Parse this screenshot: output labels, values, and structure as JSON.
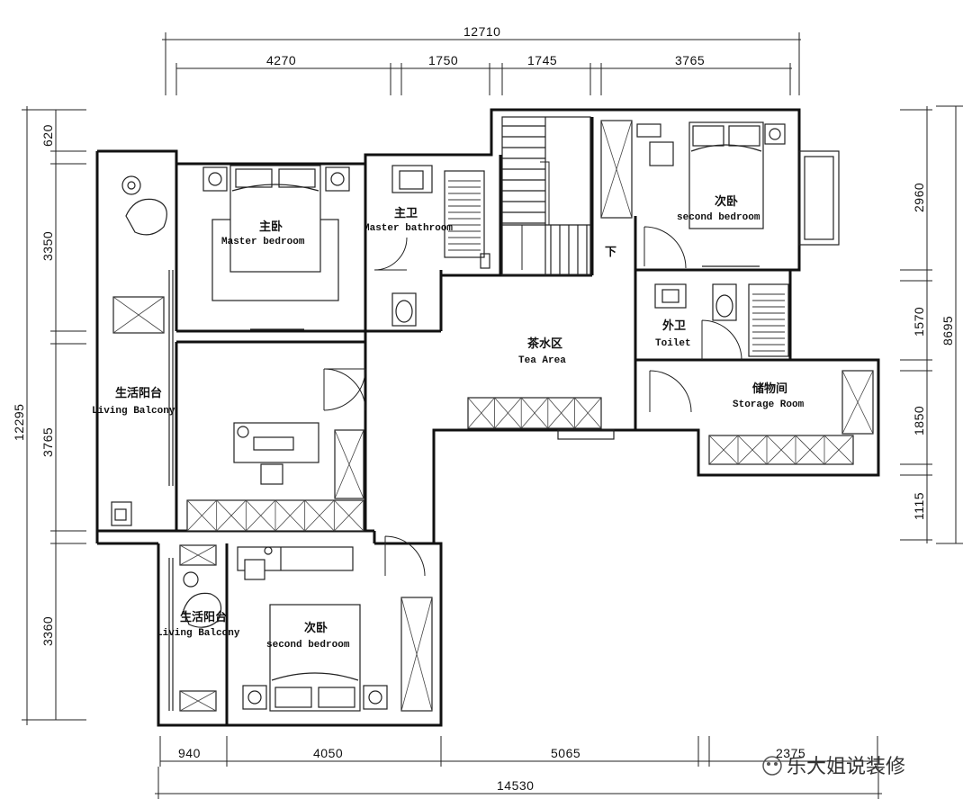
{
  "dimensions": {
    "top_total": "12710",
    "top_segments": [
      "4270",
      "1750",
      "1745",
      "3765"
    ],
    "bottom_total": "14530",
    "bottom_segments": [
      "940",
      "4050",
      "5065",
      "2375"
    ],
    "left_total": "12295",
    "left_segments": [
      "620",
      "3350",
      "3765",
      "3360"
    ],
    "right_total": "8695",
    "right_segments": [
      "2960",
      "1570",
      "1850",
      "1115"
    ]
  },
  "rooms": {
    "master_bedroom": {
      "zh": "主卧",
      "en": "Master bedroom"
    },
    "master_bathroom": {
      "zh": "主卫",
      "en": "Master bathroom"
    },
    "second_bedroom_top": {
      "zh": "次卧",
      "en": "second bedroom"
    },
    "tea_area": {
      "zh": "茶水区",
      "en": "Tea Area"
    },
    "toilet": {
      "zh": "外卫",
      "en": "Toilet"
    },
    "storage_room": {
      "zh": "储物间",
      "en": "Storage Room"
    },
    "living_balcony_1": {
      "zh": "生活阳台",
      "en": "Living Balcony"
    },
    "living_balcony_2": {
      "zh": "生活阳台",
      "en": "Living Balcony"
    },
    "second_bedroom_bottom": {
      "zh": "次卧",
      "en": "second bedroom"
    }
  },
  "stair_label": "下",
  "watermark": "乐大姐说装修"
}
